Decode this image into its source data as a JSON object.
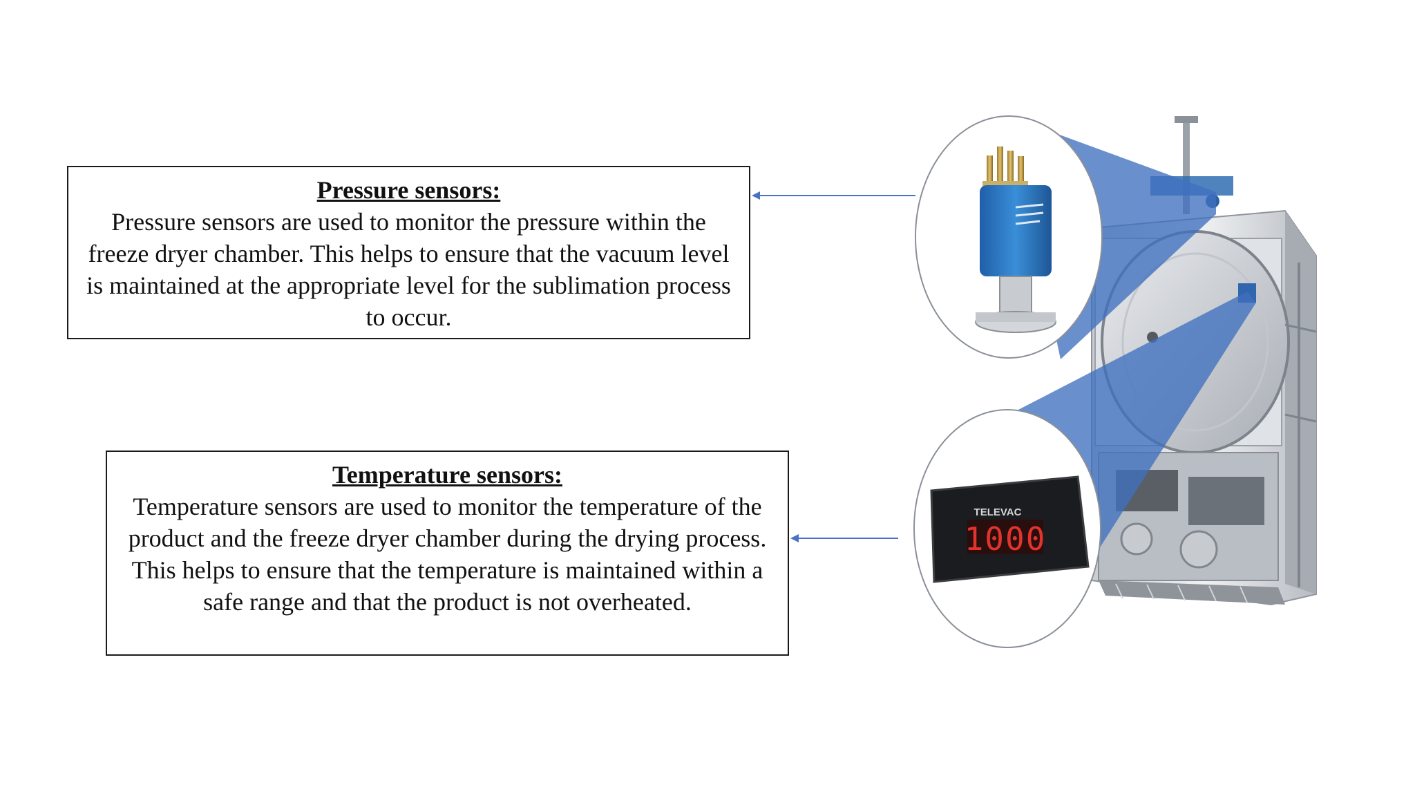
{
  "pressure_callout": {
    "heading": "Pressure sensors:",
    "body": "Pressure sensors are used to monitor the pressure within the freeze dryer chamber. This helps to ensure that the vacuum level is maintained at the appropriate level for the sublimation process to occur."
  },
  "temperature_callout": {
    "heading": "Temperature sensors:",
    "body": "Temperature sensors are used to monitor the temperature of the product and the freeze dryer chamber during the drying process. This helps to ensure that the temperature is maintained within a safe range and that the product is not overheated."
  },
  "illustration": {
    "display_brand": "TELEVAC",
    "display_reading": "1000",
    "colors": {
      "connector": "#4a72c4",
      "zoom_fill": "#3f6fbf",
      "sensor_body": "#2f7fc8",
      "display_digits": "#e0342c"
    },
    "icons": [
      "pressure-sensor-icon",
      "temperature-display-icon",
      "freeze-dryer-machine-icon"
    ]
  }
}
